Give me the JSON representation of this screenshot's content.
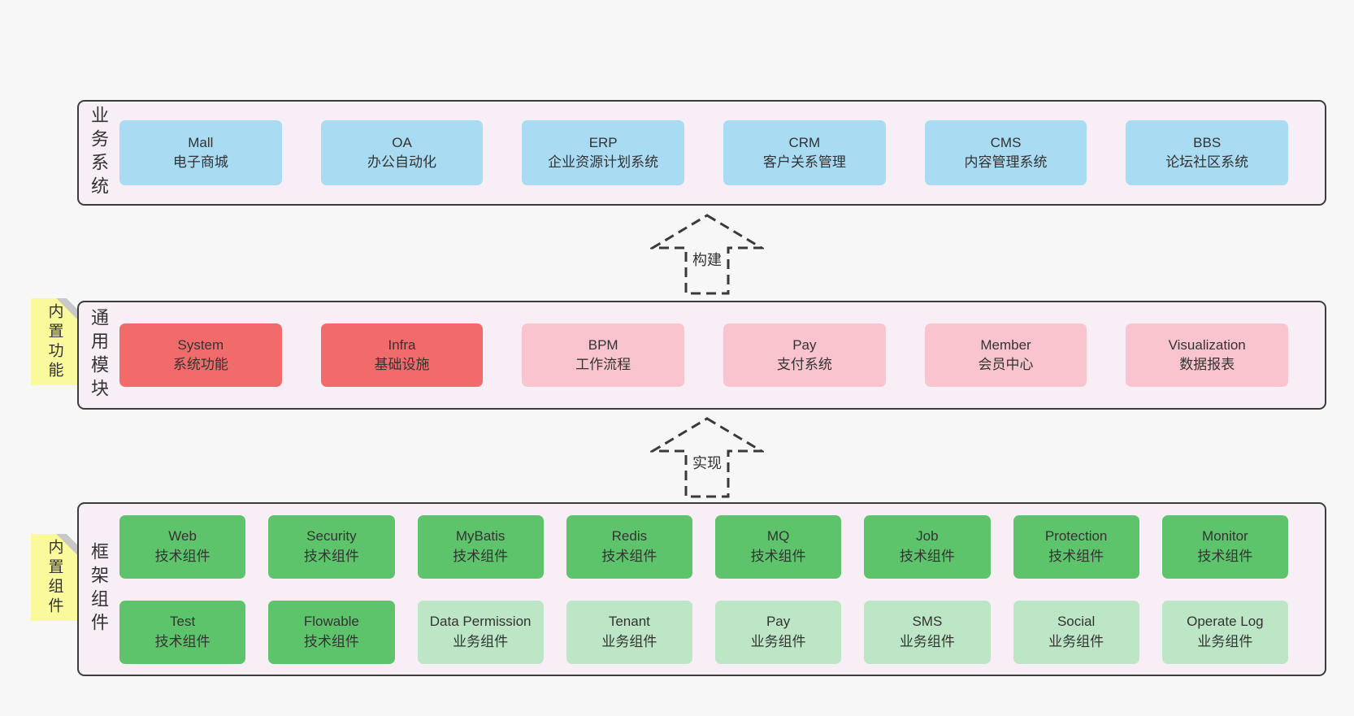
{
  "colors": {
    "page_bg": "#f7f7f7",
    "panel_bg": "#f8eef6",
    "panel_border": "#3d3d3d",
    "blue_box": "#a9dbf2",
    "red_box": "#f16b6b",
    "pink_box": "#f9c4cd",
    "green_box": "#5ec46b",
    "light_green_box": "#bce6c5",
    "sticky_note": "#fafa9d",
    "note_fold": "#c8c8c8",
    "text": "#333333"
  },
  "arrows": [
    {
      "label": "构建"
    },
    {
      "label": "实现"
    }
  ],
  "sections": {
    "business": {
      "label": "业务系统",
      "boxes": [
        {
          "title": "Mall",
          "subtitle": "电子商城",
          "variant": "blue"
        },
        {
          "title": "OA",
          "subtitle": "办公自动化",
          "variant": "blue"
        },
        {
          "title": "ERP",
          "subtitle": "企业资源计划系统",
          "variant": "blue"
        },
        {
          "title": "CRM",
          "subtitle": "客户关系管理",
          "variant": "blue"
        },
        {
          "title": "CMS",
          "subtitle": "内容管理系统",
          "variant": "blue"
        },
        {
          "title": "BBS",
          "subtitle": "论坛社区系统",
          "variant": "blue"
        }
      ]
    },
    "modules": {
      "label": "通用模块",
      "note": "内置功能",
      "boxes": [
        {
          "title": "System",
          "subtitle": "系统功能",
          "variant": "red"
        },
        {
          "title": "Infra",
          "subtitle": "基础设施",
          "variant": "red"
        },
        {
          "title": "BPM",
          "subtitle": "工作流程",
          "variant": "pink"
        },
        {
          "title": "Pay",
          "subtitle": "支付系统",
          "variant": "pink"
        },
        {
          "title": "Member",
          "subtitle": "会员中心",
          "variant": "pink"
        },
        {
          "title": "Visualization",
          "subtitle": "数据报表",
          "variant": "pink"
        }
      ]
    },
    "framework": {
      "label": "框架组件",
      "note": "内置组件",
      "row1": [
        {
          "title": "Web",
          "subtitle": "技术组件",
          "variant": "green"
        },
        {
          "title": "Security",
          "subtitle": "技术组件",
          "variant": "green"
        },
        {
          "title": "MyBatis",
          "subtitle": "技术组件",
          "variant": "green"
        },
        {
          "title": "Redis",
          "subtitle": "技术组件",
          "variant": "green"
        },
        {
          "title": "MQ",
          "subtitle": "技术组件",
          "variant": "green"
        },
        {
          "title": "Job",
          "subtitle": "技术组件",
          "variant": "green"
        },
        {
          "title": "Protection",
          "subtitle": "技术组件",
          "variant": "green"
        },
        {
          "title": "Monitor",
          "subtitle": "技术组件",
          "variant": "green"
        }
      ],
      "row2": [
        {
          "title": "Test",
          "subtitle": "技术组件",
          "variant": "green"
        },
        {
          "title": "Flowable",
          "subtitle": "技术组件",
          "variant": "green"
        },
        {
          "title": "Data Permission",
          "subtitle": "业务组件",
          "variant": "lightgreen"
        },
        {
          "title": "Tenant",
          "subtitle": "业务组件",
          "variant": "lightgreen"
        },
        {
          "title": "Pay",
          "subtitle": "业务组件",
          "variant": "lightgreen"
        },
        {
          "title": "SMS",
          "subtitle": "业务组件",
          "variant": "lightgreen"
        },
        {
          "title": "Social",
          "subtitle": "业务组件",
          "variant": "lightgreen"
        },
        {
          "title": "Operate Log",
          "subtitle": "业务组件",
          "variant": "lightgreen"
        }
      ]
    }
  }
}
